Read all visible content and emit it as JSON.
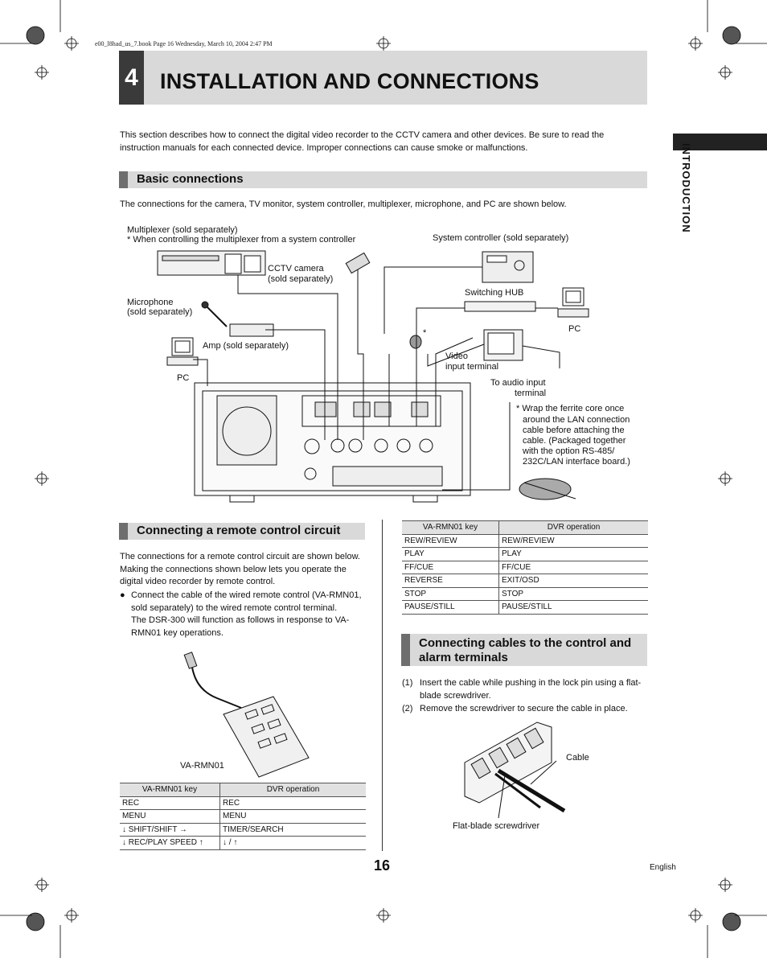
{
  "print_line": "e00_l8had_us_7.book  Page 16  Wednesday, March 10, 2004  2:47 PM",
  "chapter": {
    "number": "4",
    "title": "INSTALLATION AND CONNECTIONS"
  },
  "side_tab": "INTRODUCTION",
  "intro_text": "This section describes how to connect the digital video recorder to the CCTV camera and other devices. Be sure to read the instruction manuals for each connected device. Improper connections can cause smoke or malfunctions.",
  "basic": {
    "heading": "Basic connections",
    "text": "The connections for the camera, TV monitor, system controller, multiplexer, microphone, and PC are shown below."
  },
  "diagram": {
    "multiplexer": "Multiplexer (sold separately)",
    "multiplexer_note": "* When controlling the multiplexer from a system controller",
    "system_controller": "System controller (sold separately)",
    "cctv_camera_1": "CCTV camera",
    "cctv_camera_2": "(sold separately)",
    "switching_hub": "Switching HUB",
    "microphone_1": "Microphone",
    "microphone_2": "(sold separately)",
    "pc_right": "PC",
    "pc_left": "PC",
    "amp": "Amp (sold separately)",
    "asterisk": "*",
    "video_input_1": "Video",
    "video_input_2": "input terminal",
    "audio_input_1": "To audio input",
    "audio_input_2": "terminal",
    "ferrite_note": [
      "* Wrap the ferrite core once",
      "around the LAN connection",
      "cable before attaching the",
      "cable. (Packaged together",
      "with the option RS-485/",
      "232C/LAN interface board.)"
    ]
  },
  "remote": {
    "heading": "Connecting a remote control circuit",
    "para": "The connections for a remote control circuit are shown below. Making the connections shown below lets you operate the digital video recorder by remote control.",
    "bullet": "Connect the cable of the wired remote control (VA-RMN01, sold separately) to the wired remote control terminal.",
    "bullet_2": "The DSR-300 will function as follows in response to VA-RMN01 key operations.",
    "device_label": "VA-RMN01"
  },
  "table_left": {
    "headers": [
      "VA-RMN01 key",
      "DVR operation"
    ],
    "rows": [
      [
        "REC",
        "REC"
      ],
      [
        "MENU",
        "MENU"
      ],
      [
        "↓ SHIFT/SHIFT →",
        "TIMER/SEARCH"
      ],
      [
        "↓ REC/PLAY SPEED ↑",
        "↓ / ↑"
      ]
    ]
  },
  "table_right": {
    "headers": [
      "VA-RMN01 key",
      "DVR operation"
    ],
    "rows": [
      [
        "REW/REVIEW",
        "REW/REVIEW"
      ],
      [
        "PLAY",
        "PLAY"
      ],
      [
        "FF/CUE",
        "FF/CUE"
      ],
      [
        "REVERSE",
        "EXIT/OSD"
      ],
      [
        "STOP",
        "STOP"
      ],
      [
        "PAUSE/STILL",
        "PAUSE/STILL"
      ]
    ]
  },
  "cables": {
    "heading_1": "Connecting cables to the control and",
    "heading_2": "alarm terminals",
    "step1_num": "(1)",
    "step1": "Insert the cable while pushing in the lock pin using a flat-blade screwdriver.",
    "step2_num": "(2)",
    "step2": "Remove the screwdriver to secure the cable in place.",
    "label_cable": "Cable",
    "label_screwdriver": "Flat-blade screwdriver"
  },
  "page_number": "16",
  "language": "English"
}
